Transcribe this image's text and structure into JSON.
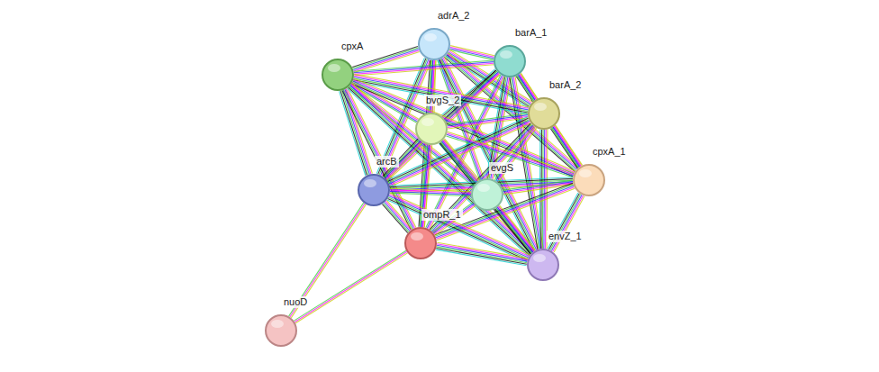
{
  "diagram": {
    "nodes": [
      {
        "text": [
          "adrA_2"
        ]
      },
      {
        "text": [
          "barA_1"
        ]
      },
      {
        "text": [
          "cpxA"
        ]
      },
      {
        "text": [
          "barA_2"
        ]
      },
      {
        "text": [
          "bvgS_2"
        ]
      },
      {
        "text": [
          "cpxA_1"
        ]
      },
      {
        "text": [
          "arcB"
        ]
      },
      {
        "text": [
          "evgS"
        ]
      },
      {
        "text": [
          "ompR_1"
        ]
      },
      {
        "text": [
          "envZ_1"
        ]
      },
      {
        "text": [
          "nuoD"
        ]
      }
    ],
    "edges": [
      {
        "from": 0,
        "to": 1,
        "arrow": "none"
      },
      {
        "from": 0,
        "to": 2,
        "arrow": "none"
      },
      {
        "from": 0,
        "to": 3,
        "arrow": "none"
      },
      {
        "from": 0,
        "to": 4,
        "arrow": "none"
      },
      {
        "from": 0,
        "to": 5,
        "arrow": "none"
      },
      {
        "from": 0,
        "to": 6,
        "arrow": "none"
      },
      {
        "from": 0,
        "to": 7,
        "arrow": "none"
      },
      {
        "from": 0,
        "to": 8,
        "arrow": "none"
      },
      {
        "from": 0,
        "to": 9,
        "arrow": "none"
      },
      {
        "from": 1,
        "to": 2,
        "arrow": "none"
      },
      {
        "from": 1,
        "to": 3,
        "arrow": "none"
      },
      {
        "from": 1,
        "to": 4,
        "arrow": "none"
      },
      {
        "from": 1,
        "to": 5,
        "arrow": "none"
      },
      {
        "from": 1,
        "to": 6,
        "arrow": "none"
      },
      {
        "from": 1,
        "to": 7,
        "arrow": "none"
      },
      {
        "from": 1,
        "to": 8,
        "arrow": "none"
      },
      {
        "from": 1,
        "to": 9,
        "arrow": "none"
      },
      {
        "from": 2,
        "to": 3,
        "arrow": "none"
      },
      {
        "from": 2,
        "to": 4,
        "arrow": "none"
      },
      {
        "from": 2,
        "to": 5,
        "arrow": "none"
      },
      {
        "from": 2,
        "to": 6,
        "arrow": "none"
      },
      {
        "from": 2,
        "to": 7,
        "arrow": "none"
      },
      {
        "from": 2,
        "to": 8,
        "arrow": "none"
      },
      {
        "from": 2,
        "to": 9,
        "arrow": "none"
      },
      {
        "from": 3,
        "to": 4,
        "arrow": "none"
      },
      {
        "from": 3,
        "to": 5,
        "arrow": "none"
      },
      {
        "from": 3,
        "to": 6,
        "arrow": "none"
      },
      {
        "from": 3,
        "to": 7,
        "arrow": "none"
      },
      {
        "from": 3,
        "to": 8,
        "arrow": "none"
      },
      {
        "from": 3,
        "to": 9,
        "arrow": "none"
      },
      {
        "from": 4,
        "to": 5,
        "arrow": "none"
      },
      {
        "from": 4,
        "to": 6,
        "arrow": "none"
      },
      {
        "from": 4,
        "to": 7,
        "arrow": "none"
      },
      {
        "from": 4,
        "to": 8,
        "arrow": "none"
      },
      {
        "from": 4,
        "to": 9,
        "arrow": "none"
      },
      {
        "from": 5,
        "to": 6,
        "arrow": "none"
      },
      {
        "from": 5,
        "to": 7,
        "arrow": "none"
      },
      {
        "from": 5,
        "to": 8,
        "arrow": "none"
      },
      {
        "from": 5,
        "to": 9,
        "arrow": "none"
      },
      {
        "from": 6,
        "to": 7,
        "arrow": "none"
      },
      {
        "from": 6,
        "to": 8,
        "arrow": "none"
      },
      {
        "from": 6,
        "to": 9,
        "arrow": "none"
      },
      {
        "from": 7,
        "to": 8,
        "arrow": "none"
      },
      {
        "from": 7,
        "to": 9,
        "arrow": "none"
      },
      {
        "from": 8,
        "to": 9,
        "arrow": "none"
      },
      {
        "from": 6,
        "to": 10,
        "arrow": "none"
      },
      {
        "from": 8,
        "to": 10,
        "arrow": "none"
      }
    ]
  }
}
